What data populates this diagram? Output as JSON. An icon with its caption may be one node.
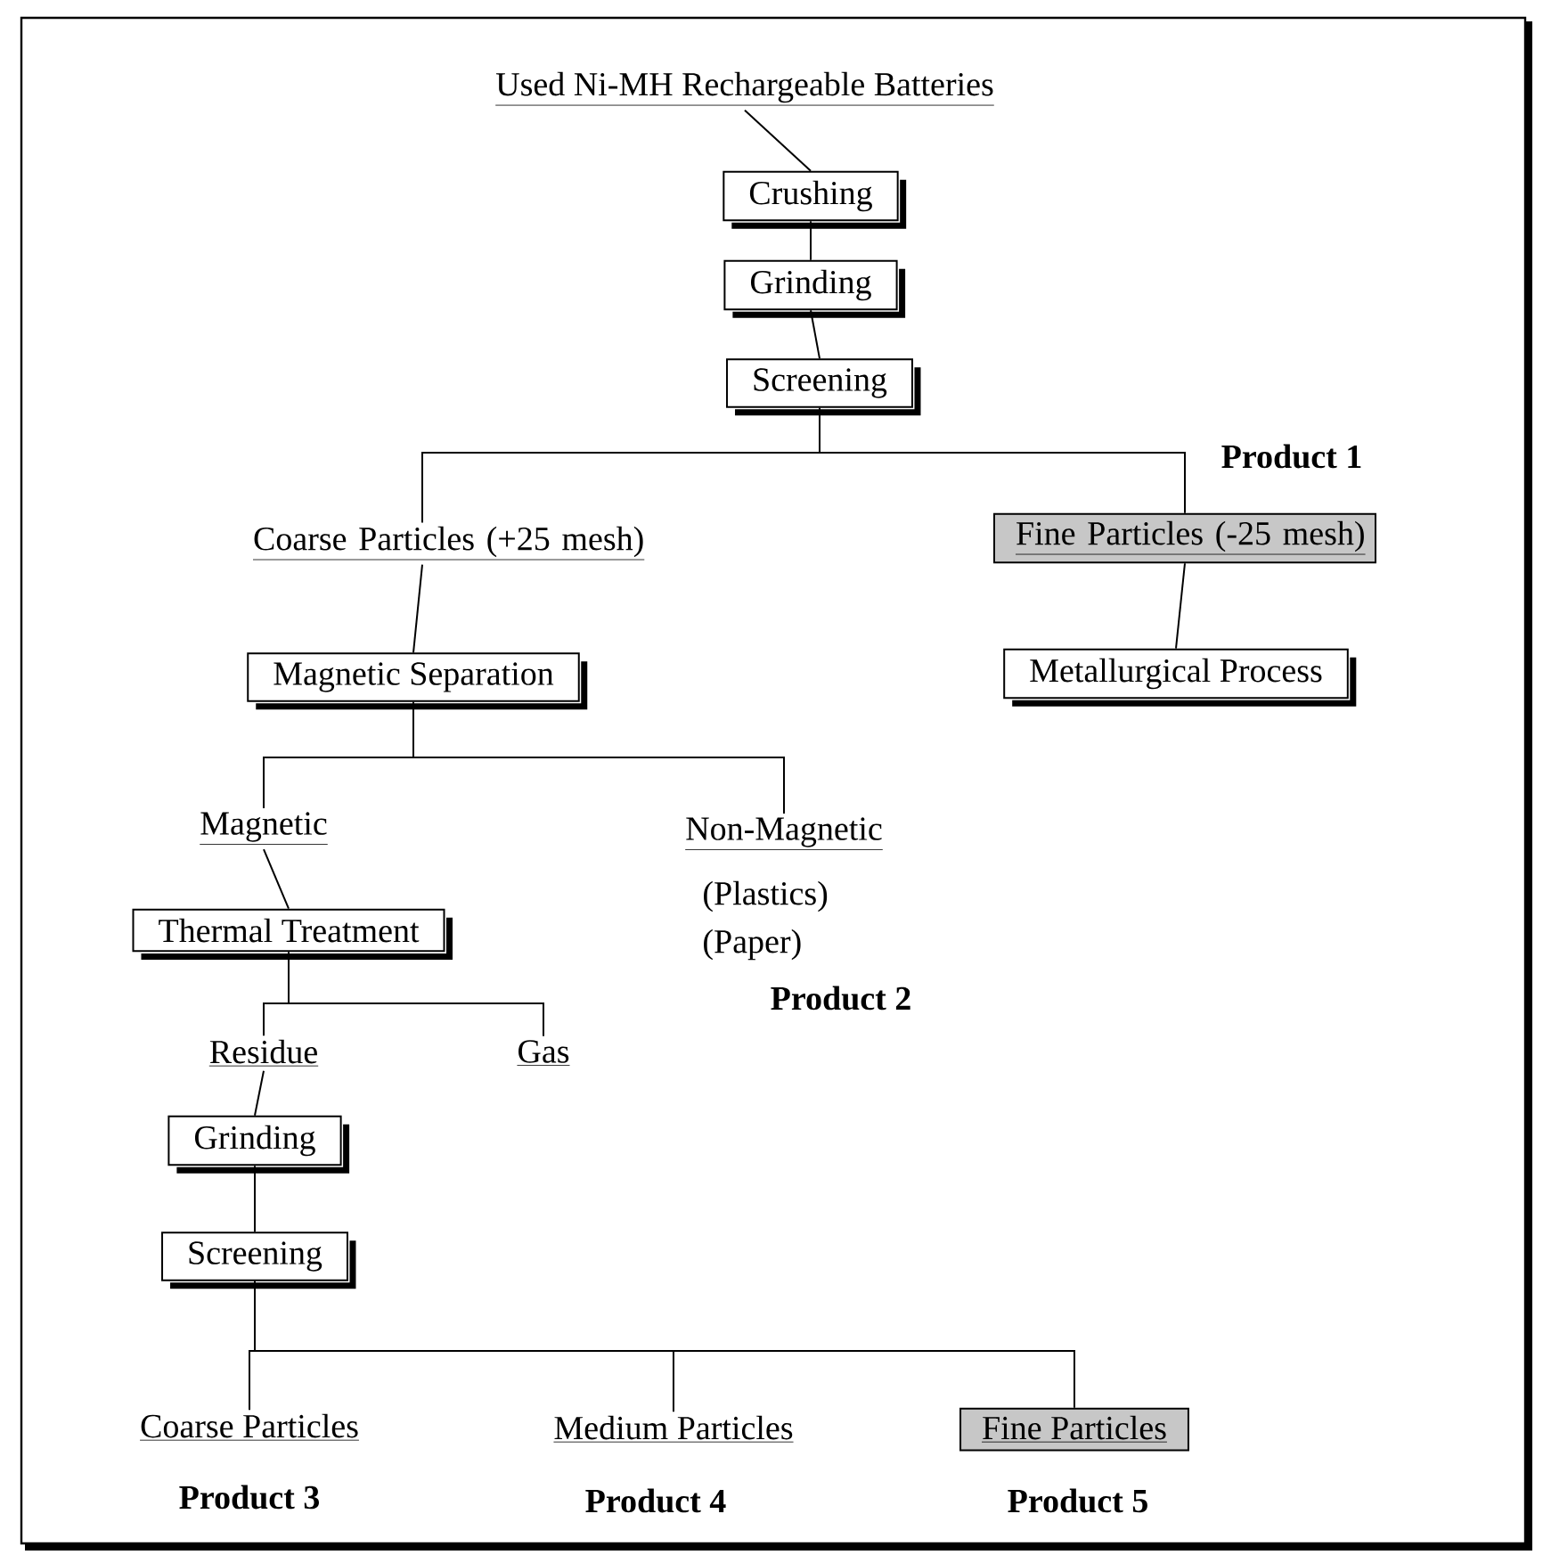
{
  "diagram": {
    "nodes": [
      {
        "text": [
          "Used Ni-MH Rechargeable Batteries"
        ]
      },
      {
        "text": [
          "Crushing"
        ]
      },
      {
        "text": [
          "Grinding"
        ]
      },
      {
        "text": [
          "Screening"
        ]
      },
      {
        "text": [
          "Coarse Particles (+25 mesh)"
        ]
      },
      {
        "text": [
          "Fine Particles (-25 mesh)"
        ],
        "beside": [
          "Product 1"
        ]
      },
      {
        "text": [
          "Magnetic Separation"
        ]
      },
      {
        "text": [
          "Metallurgical Process"
        ]
      },
      {
        "text": [
          "Magnetic"
        ]
      },
      {
        "text": [
          "Non-Magnetic"
        ],
        "beside": [
          "(Plastics)",
          "(Paper)",
          "Product 2"
        ]
      },
      {
        "text": [
          "Thermal Treatment"
        ]
      },
      {
        "text": [
          "Residue"
        ]
      },
      {
        "text": [
          "Gas"
        ]
      },
      {
        "text": [
          "Grinding"
        ]
      },
      {
        "text": [
          "Screening"
        ]
      },
      {
        "text": [
          "Coarse Particles"
        ],
        "beside": [
          "Product 3"
        ]
      },
      {
        "text": [
          "Medium Particles"
        ],
        "beside": [
          "Product 4"
        ]
      },
      {
        "text": [
          "Fine Particles"
        ],
        "beside": [
          "Product 5"
        ]
      }
    ],
    "edges": [
      {
        "from": 0,
        "to": 1,
        "arrow": "none"
      },
      {
        "from": 1,
        "to": 2,
        "arrow": "none"
      },
      {
        "from": 2,
        "to": 3,
        "arrow": "none"
      },
      {
        "from": 3,
        "to": 4,
        "arrow": "none"
      },
      {
        "from": 3,
        "to": 5,
        "arrow": "none"
      },
      {
        "from": 4,
        "to": 6,
        "arrow": "none"
      },
      {
        "from": 5,
        "to": 7,
        "arrow": "none"
      },
      {
        "from": 6,
        "to": 8,
        "arrow": "none"
      },
      {
        "from": 6,
        "to": 9,
        "arrow": "none"
      },
      {
        "from": 8,
        "to": 10,
        "arrow": "none"
      },
      {
        "from": 10,
        "to": 11,
        "arrow": "none"
      },
      {
        "from": 10,
        "to": 12,
        "arrow": "none"
      },
      {
        "from": 11,
        "to": 13,
        "arrow": "none"
      },
      {
        "from": 13,
        "to": 14,
        "arrow": "none"
      },
      {
        "from": 14,
        "to": 15,
        "arrow": "none"
      },
      {
        "from": 14,
        "to": 16,
        "arrow": "none"
      },
      {
        "from": 14,
        "to": 17,
        "arrow": "none"
      }
    ]
  }
}
